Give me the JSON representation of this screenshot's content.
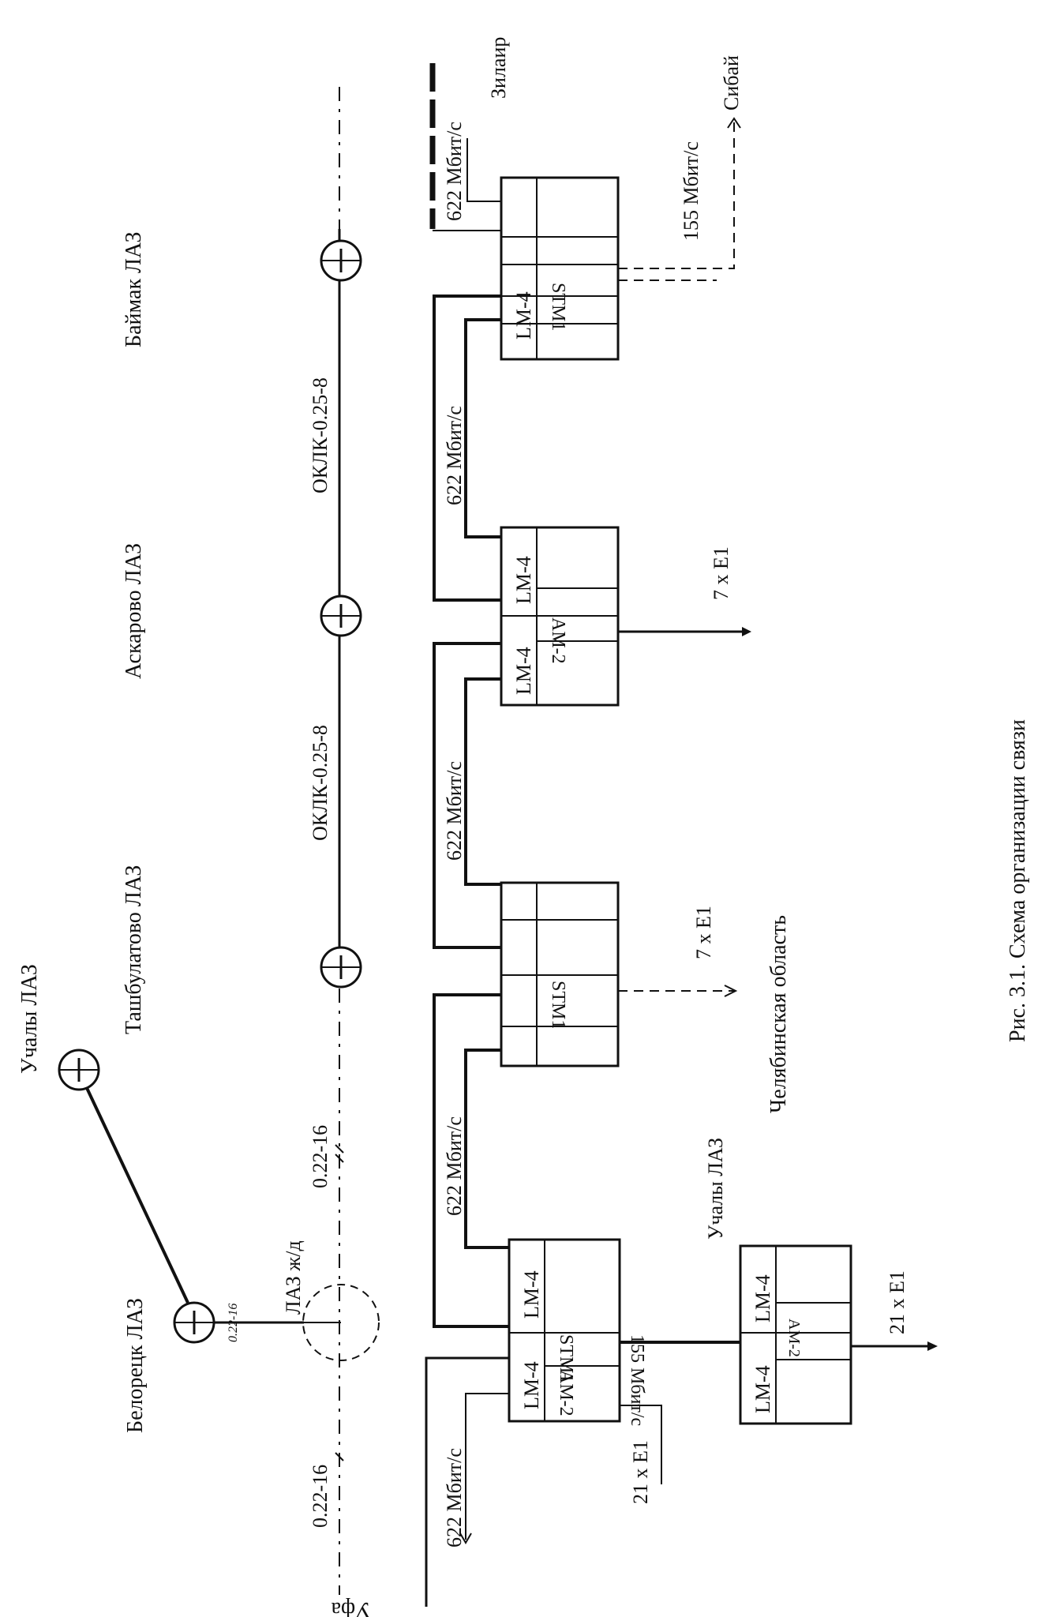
{
  "caption": "Рис. 3.1. Схема организации связи",
  "stations": {
    "uchaly": "Учалы ЛАЗ",
    "tashbulatovo": "Ташбулатово ЛАЗ",
    "askarovo": "Аскарово ЛАЗ",
    "baimak": "Баймак ЛАЗ",
    "beloretsk": "Белорецк ЛАЗ",
    "laz_zhd": "ЛАЗ ж/д",
    "uchaly_laz_right": "Учалы ЛАЗ",
    "chelyabinsk": "Челябинская область",
    "zilair": "Зилаир",
    "sibai": "Сибай",
    "ufa": "Уфа"
  },
  "cables": {
    "o22_upper": "0.22-16",
    "o22_lower": "0.22-16",
    "oklk_left": "ОКЛК-0.25-8",
    "oklk_right": "ОКЛК-0.25-8"
  },
  "links": {
    "r622_a": "622 Мбит/с",
    "r622_b": "622 Мбит/с",
    "r622_c": "622 Мбит/с",
    "r622_d": "622 Мбит/с",
    "r622_ufa": "622 Мбит/с",
    "r155_sibai": "155 Мбит/с",
    "r155_lower": "155 Мбит/с",
    "e1_21_left": "21 х E1",
    "e1_21_right": "21 х E1",
    "e1_7_a": "7 х E1",
    "e1_7_b": "7 х E1"
  },
  "modules": {
    "lm4": "LM-4",
    "stm1": "STM1",
    "am2": "AM-2"
  }
}
